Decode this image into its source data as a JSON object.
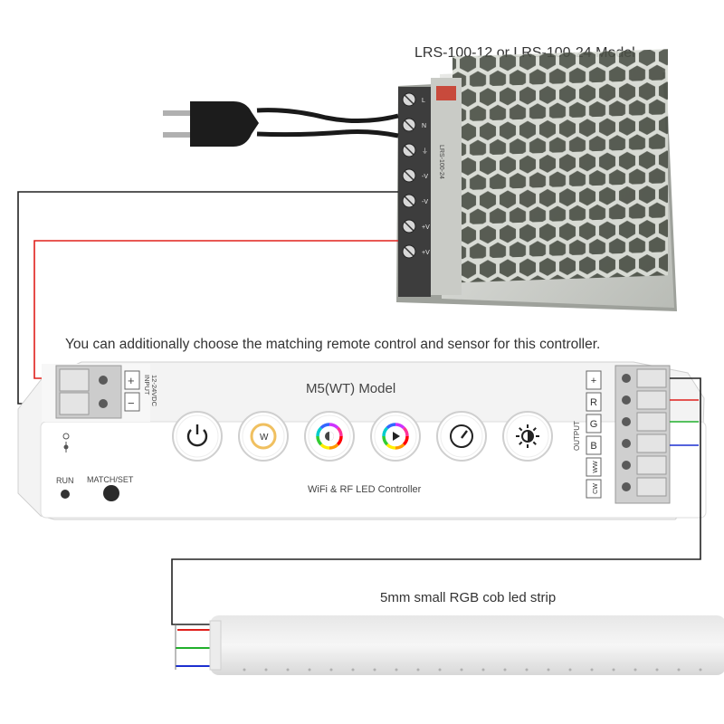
{
  "psu": {
    "title": "LRS-100-12 or LRS-100-24 Model",
    "terminal_labels": [
      "L",
      "N",
      "⏚",
      "-V",
      "-V",
      "+V",
      "+V"
    ],
    "label_text": "LRS-100-24"
  },
  "note": "You can additionally choose the matching remote control and sensor for this controller.",
  "controller": {
    "model": "M5(WT) Model",
    "subtitle": "WiFi & RF LED Controller",
    "input_label_1": "INPUT",
    "input_label_2": "12-24VDC",
    "input_plus": "+",
    "input_minus": "−",
    "run_label": "RUN",
    "match_label": "MATCH/SET",
    "output_label": "OUTPUT",
    "output_pins": [
      "+",
      "R",
      "G",
      "B",
      "WW",
      "CW"
    ],
    "w_button_label": "W",
    "buttons": [
      "power-icon",
      "white-temperature-icon",
      "color-wheel-icon",
      "play-mode-icon",
      "speed-dial-icon",
      "brightness-icon"
    ]
  },
  "strip": {
    "title": "5mm small RGB cob led strip"
  },
  "colors": {
    "black_wire": "#222222",
    "red_wire": "#e0201c",
    "green_wire": "#21b02c",
    "blue_wire": "#1c2fd0"
  }
}
